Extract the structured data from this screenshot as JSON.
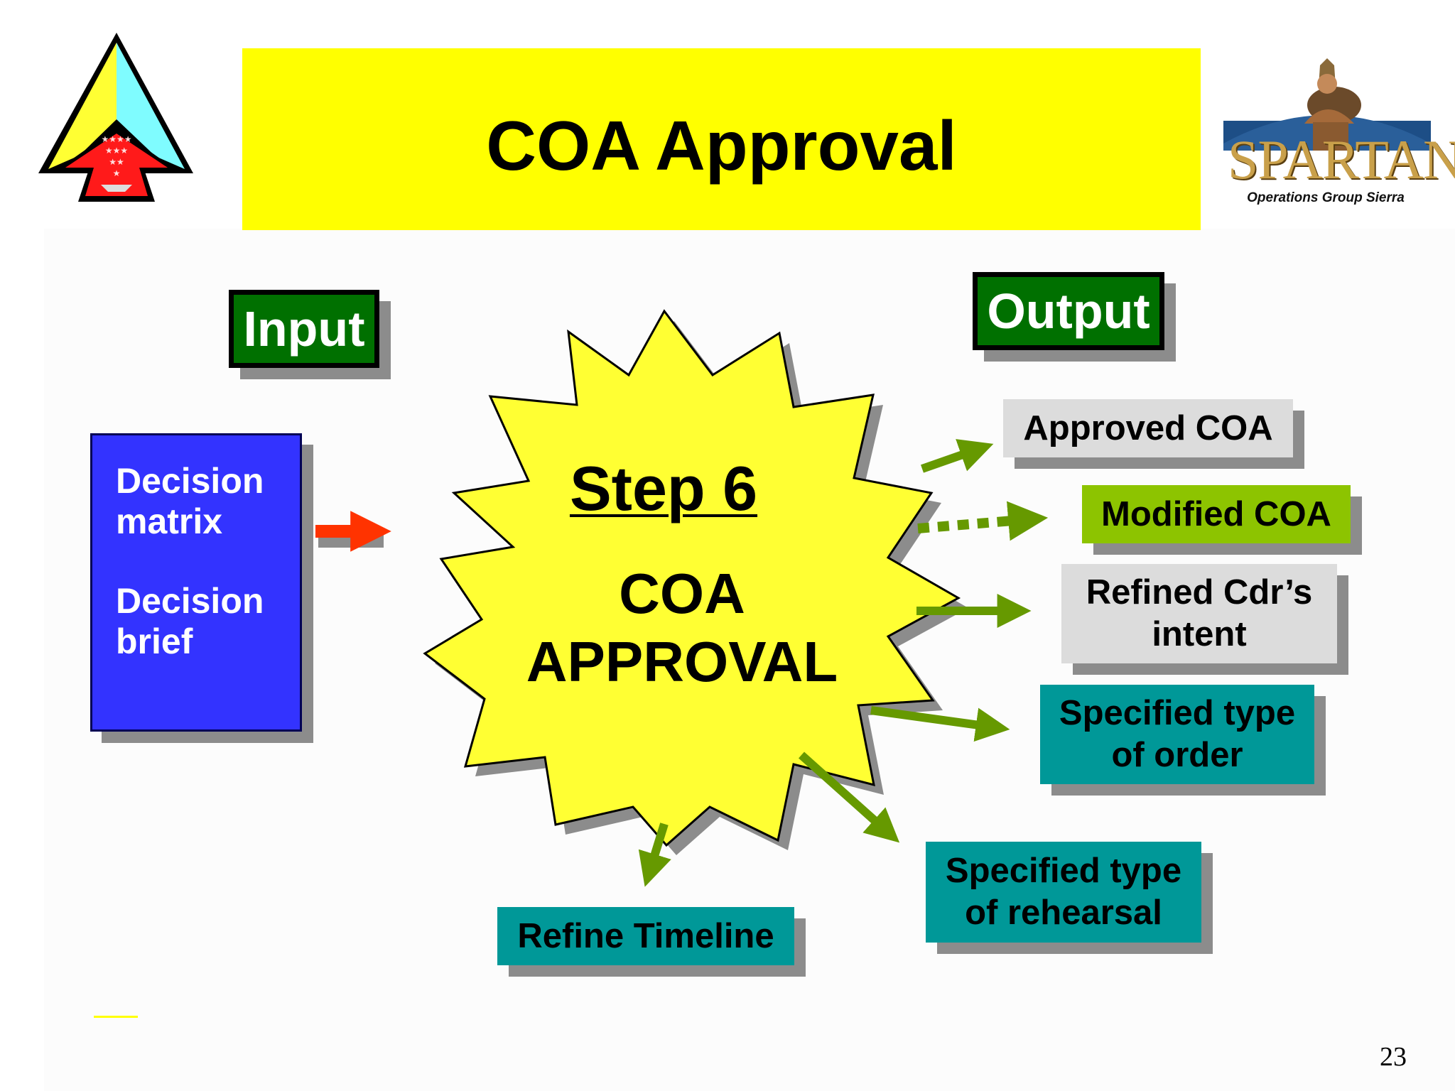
{
  "slide": {
    "title": "COA Approval",
    "page_number": "23",
    "background_color": "#ffffff",
    "title_bg_color": "#ffff00"
  },
  "logos": {
    "left_logo_icon": "tri-color-triangle-emblem-icon",
    "right_logo": {
      "icon": "spartan-helmet-icon",
      "wordmark": "SPARTAN",
      "subtitle": "Operations Group Sierra"
    }
  },
  "input": {
    "label": "Input",
    "items": [
      "Decision\nmatrix",
      "Decision\nbrief"
    ],
    "panel_color": "#3333ff"
  },
  "output": {
    "label": "Output",
    "items": [
      {
        "text": "Approved COA",
        "color": "#dcdcdc",
        "arrow": "solid"
      },
      {
        "text": "Modified COA",
        "color": "#8dc400",
        "arrow": "dotted"
      },
      {
        "text": "Refined Cdr’s\nintent",
        "color": "#dcdcdc",
        "arrow": "solid"
      },
      {
        "text": "Specified type\nof order",
        "color": "#009898",
        "arrow": "solid"
      },
      {
        "text": "Specified type\nof rehearsal",
        "color": "#009898",
        "arrow": "solid"
      },
      {
        "text": "Refine Timeline",
        "color": "#009898",
        "arrow": "solid"
      }
    ]
  },
  "center": {
    "step": "Step 6",
    "name": "COA\nAPPROVAL",
    "star_color": "#ffff33"
  },
  "colors": {
    "header_label_bg": "#007000",
    "output_arrow": "#669900",
    "input_arrow": "#ff3300",
    "shadow": "#8c8c8c"
  }
}
